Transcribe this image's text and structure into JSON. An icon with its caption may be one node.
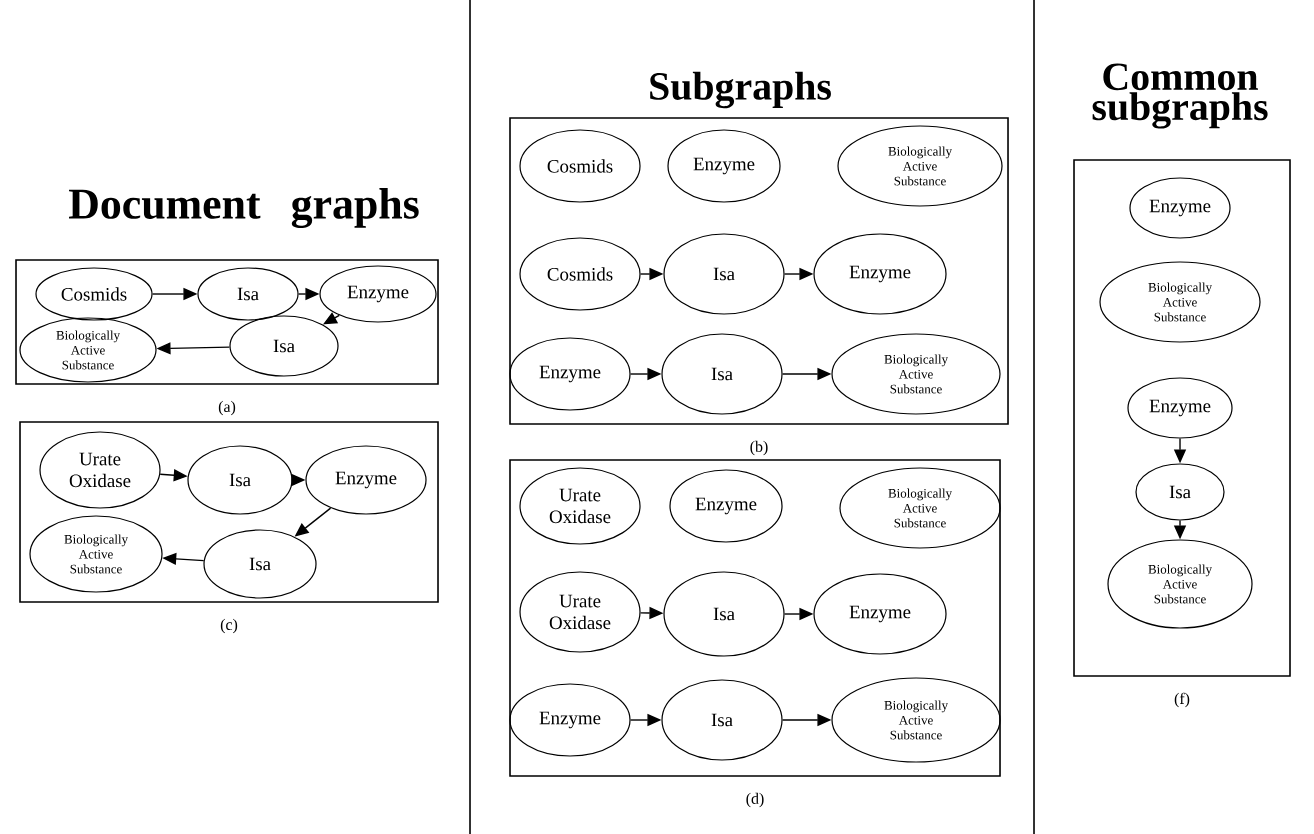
{
  "diagram": {
    "nodes": [
      {
        "text": [],
        "shape": "box",
        "beside": [
          "(a)"
        ]
      },
      {
        "text": [
          "Cosmids"
        ],
        "in": 0
      },
      {
        "text": [
          "Isa"
        ],
        "in": 0
      },
      {
        "text": [
          "Enzyme"
        ],
        "in": 0
      },
      {
        "text": [
          "Biologically Active Substance"
        ],
        "in": 0
      },
      {
        "text": [
          "Isa"
        ],
        "in": 0
      },
      {
        "text": [],
        "shape": "box",
        "beside": [
          "(c)"
        ]
      },
      {
        "text": [
          "Urate Oxidase"
        ],
        "in": 6
      },
      {
        "text": [
          "Isa"
        ],
        "in": 6
      },
      {
        "text": [
          "Enzyme"
        ],
        "in": 6
      },
      {
        "text": [
          "Biologically Active Substance"
        ],
        "in": 6
      },
      {
        "text": [
          "Isa"
        ],
        "in": 6
      },
      {
        "text": [],
        "shape": "box",
        "beside": [
          "(b)"
        ]
      },
      {
        "text": [
          "Cosmids"
        ],
        "in": 12
      },
      {
        "text": [
          "Enzyme"
        ],
        "in": 12
      },
      {
        "text": [
          "Biologically Active Substance"
        ],
        "in": 12
      },
      {
        "text": [
          "Cosmids"
        ],
        "in": 12
      },
      {
        "text": [
          "Isa"
        ],
        "in": 12
      },
      {
        "text": [
          "Enzyme"
        ],
        "in": 12
      },
      {
        "text": [
          "Enzyme"
        ],
        "in": 12
      },
      {
        "text": [
          "Isa"
        ],
        "in": 12
      },
      {
        "text": [
          "Biologically Active Substance"
        ],
        "in": 12
      },
      {
        "text": [],
        "shape": "box",
        "beside": [
          "(d)"
        ]
      },
      {
        "text": [
          "Urate Oxidase"
        ],
        "in": 22
      },
      {
        "text": [
          "Enzyme"
        ],
        "in": 22
      },
      {
        "text": [
          "Biologically Active Substance"
        ],
        "in": 22
      },
      {
        "text": [
          "Urate Oxidase"
        ],
        "in": 22
      },
      {
        "text": [
          "Isa"
        ],
        "in": 22
      },
      {
        "text": [
          "Enzyme"
        ],
        "in": 22
      },
      {
        "text": [
          "Enzyme"
        ],
        "in": 22
      },
      {
        "text": [
          "Isa"
        ],
        "in": 22
      },
      {
        "text": [
          "Biologically Active Substance"
        ],
        "in": 22
      },
      {
        "text": [],
        "shape": "box",
        "beside": [
          "(f)"
        ]
      },
      {
        "text": [
          "Enzyme"
        ],
        "in": 32
      },
      {
        "text": [
          "Biologically Active Substance"
        ],
        "in": 32
      },
      {
        "text": [
          "Enzyme"
        ],
        "in": 32
      },
      {
        "text": [
          "Isa"
        ],
        "in": 32
      },
      {
        "text": [
          "Biologically Active Substance"
        ],
        "in": 32
      }
    ],
    "edges": [
      {
        "from": 1,
        "to": 2,
        "arrow": "to"
      },
      {
        "from": 2,
        "to": 3,
        "arrow": "to"
      },
      {
        "from": 3,
        "to": 5,
        "arrow": "to"
      },
      {
        "from": 5,
        "to": 4,
        "arrow": "to"
      },
      {
        "from": 7,
        "to": 8,
        "arrow": "to"
      },
      {
        "from": 8,
        "to": 9,
        "arrow": "to"
      },
      {
        "from": 9,
        "to": 11,
        "arrow": "to"
      },
      {
        "from": 11,
        "to": 10,
        "arrow": "to"
      },
      {
        "from": 16,
        "to": 17,
        "arrow": "to"
      },
      {
        "from": 17,
        "to": 18,
        "arrow": "to"
      },
      {
        "from": 19,
        "to": 20,
        "arrow": "to"
      },
      {
        "from": 20,
        "to": 21,
        "arrow": "to"
      },
      {
        "from": 26,
        "to": 27,
        "arrow": "to"
      },
      {
        "from": 27,
        "to": 28,
        "arrow": "to"
      },
      {
        "from": 29,
        "to": 30,
        "arrow": "to"
      },
      {
        "from": 30,
        "to": 31,
        "arrow": "to"
      },
      {
        "from": 35,
        "to": 36,
        "arrow": "to"
      },
      {
        "from": 36,
        "to": 37,
        "arrow": "to"
      }
    ],
    "labels": [
      "Subgraphs",
      "Common subgraphs",
      "Document graphs"
    ]
  }
}
